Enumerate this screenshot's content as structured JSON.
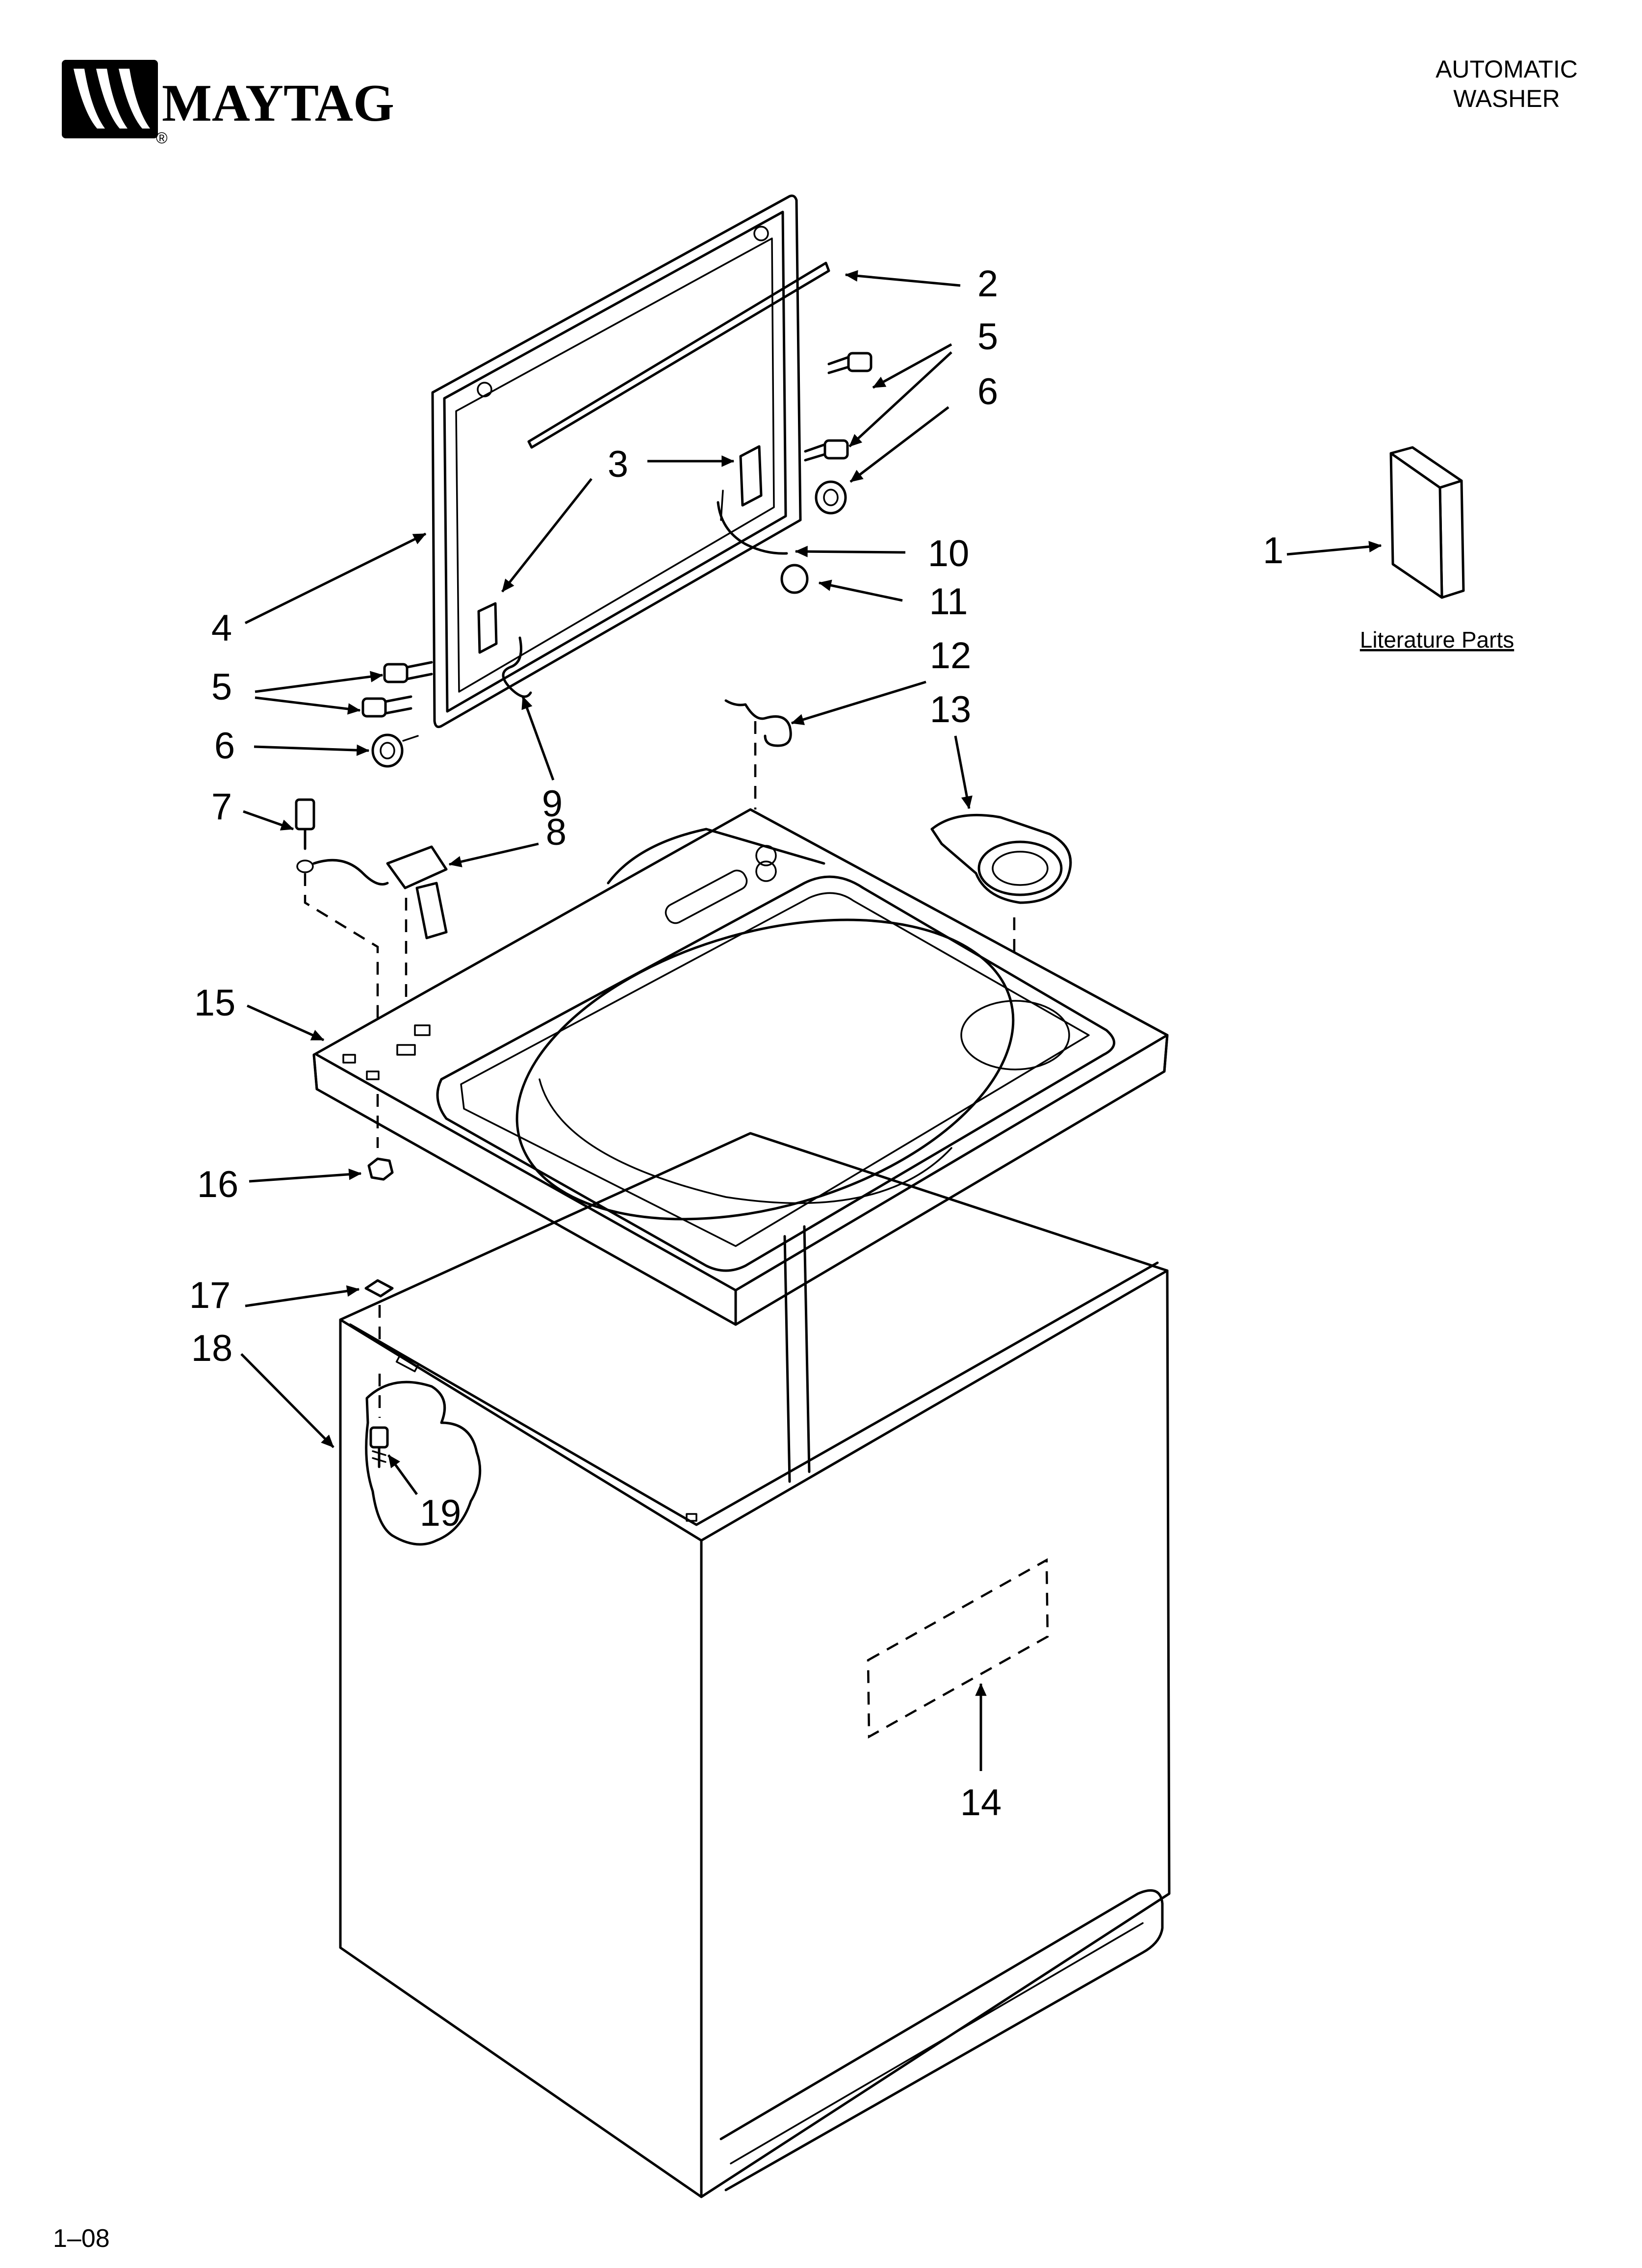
{
  "brand": {
    "name": "MAYTAG",
    "registered": "®"
  },
  "header": {
    "line1": "AUTOMATIC",
    "line2": "WASHER"
  },
  "literature_label": "Literature Parts",
  "page_number": "1–08",
  "callouts": {
    "c1": "1",
    "c2": "2",
    "c3": "3",
    "c4": "4",
    "c5a": "5",
    "c5b": "5",
    "c6a": "6",
    "c6b": "6",
    "c7": "7",
    "c8": "8",
    "c9": "9",
    "c10": "10",
    "c11": "11",
    "c12": "12",
    "c13": "13",
    "c14": "14",
    "c15": "15",
    "c16": "16",
    "c17": "17",
    "c18": "18",
    "c19": "19"
  },
  "colors": {
    "ink": "#000000",
    "paper": "#ffffff"
  }
}
